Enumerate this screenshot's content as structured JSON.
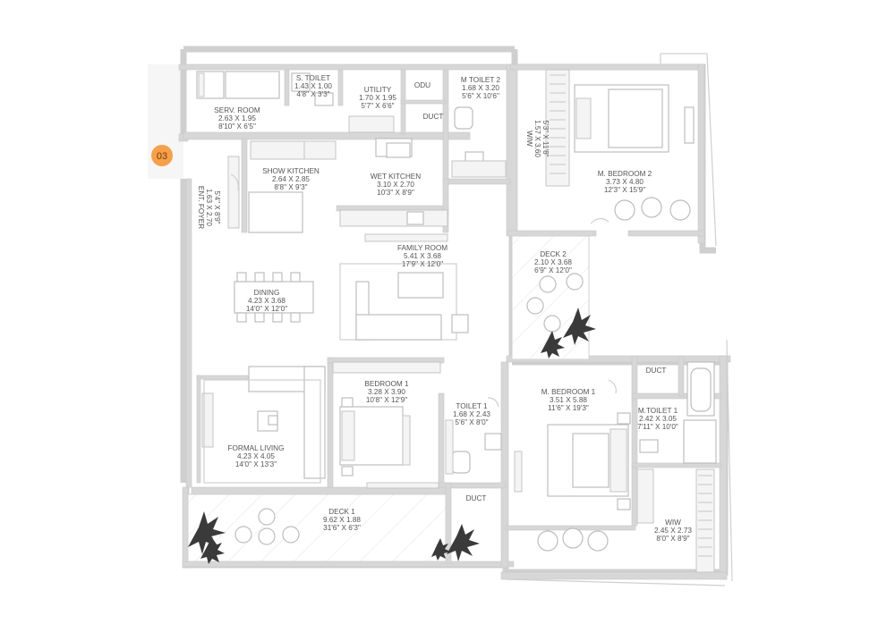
{
  "unit_badge": "03",
  "rooms": {
    "serv_room": {
      "name": "SERV. ROOM",
      "dim_m": "2.63 X 1.95",
      "dim_ft": "8'10\" X 6'5\""
    },
    "s_toilet": {
      "name": "S. TOILET",
      "dim_m": "1.43 X 1.00",
      "dim_ft": "4'8\" X 3'3\""
    },
    "utility": {
      "name": "UTILITY",
      "dim_m": "1.70 X 1.95",
      "dim_ft": "5'7\" X 6'6\""
    },
    "odu": {
      "name": "ODU"
    },
    "duct_top": {
      "name": "DUCT"
    },
    "m_toilet_2": {
      "name": "M TOILET 2",
      "dim_m": "1.68 X 3.20",
      "dim_ft": "5'6\" X 10'6\""
    },
    "wiw_top": {
      "name": "WIW",
      "dim_m": "1.57 X 3.60",
      "dim_ft": "5'3\" X 11'8\""
    },
    "m_bedroom_2": {
      "name": "M. BEDROOM 2",
      "dim_m": "3.73 X 4.80",
      "dim_ft": "12'3\" X 15'9\""
    },
    "show_kitchen": {
      "name": "SHOW KITCHEN",
      "dim_m": "2.64 X 2.85",
      "dim_ft": "8'8\" X 9'3\""
    },
    "wet_kitchen": {
      "name": "WET KITCHEN",
      "dim_m": "3.10 X 2.70",
      "dim_ft": "10'3\" X 8'9\""
    },
    "ent_foyer": {
      "name": "ENT. FOYER",
      "dim_m": "1.63 X 2.70",
      "dim_ft": "5'4\" X 8'9\""
    },
    "family_room": {
      "name": "FAMILY ROOM",
      "dim_m": "5.41 X 3.68",
      "dim_ft": "17'9\" X 12'0\""
    },
    "deck_2": {
      "name": "DECK 2",
      "dim_m": "2.10 X 3.68",
      "dim_ft": "6'9\" X 12'0\""
    },
    "dining": {
      "name": "DINING",
      "dim_m": "4.23 X 3.68",
      "dim_ft": "14'0\" X 12'0\""
    },
    "bedroom_1": {
      "name": "BEDROOM 1",
      "dim_m": "3.28 X 3.90",
      "dim_ft": "10'8\" X 12'9\""
    },
    "m_bedroom_1": {
      "name": "M. BEDROOM 1",
      "dim_m": "3.51 X 5.88",
      "dim_ft": "11'6\" X 19'3\""
    },
    "duct_right": {
      "name": "DUCT"
    },
    "m_toilet_1": {
      "name": "M.TOILET 1",
      "dim_m": "2.42 X 3.05",
      "dim_ft": "7'11\" X 10'0\""
    },
    "toilet_1": {
      "name": "TOILET 1",
      "dim_m": "1.68 X 2.43",
      "dim_ft": "5'6\" X 8'0\""
    },
    "formal_living": {
      "name": "FORMAL LIVING",
      "dim_m": "4.23 X 4.05",
      "dim_ft": "14'0\" X 13'3\""
    },
    "duct_bottom": {
      "name": "DUCT"
    },
    "deck_1": {
      "name": "DECK 1",
      "dim_m": "9.62 X 1.88",
      "dim_ft": "31'6\" X 6'3\""
    },
    "wiw_bottom": {
      "name": "WIW",
      "dim_m": "2.45 X 2.73",
      "dim_ft": "8'0\" X 8'9\""
    }
  },
  "colors": {
    "badge": "#f5a04a",
    "walls": "#d7d7d7",
    "text": "#555555"
  }
}
